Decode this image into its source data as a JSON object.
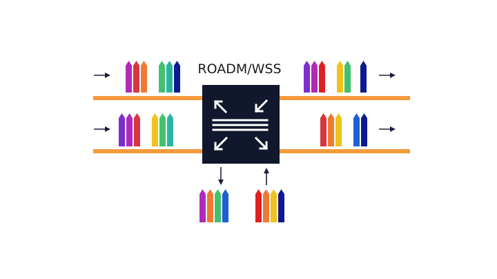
{
  "diagram": {
    "title": "ROADM/WSS",
    "colors": {
      "fiber": "#f59a3c",
      "switch_box": "#11182d",
      "switch_glyph": "#ffffff",
      "arrow": "#1b1f3b",
      "magenta": "#b02ab8",
      "purple": "#7b2fcf",
      "red": "#e02020",
      "crimson": "#d7353f",
      "orange": "#ee7a34",
      "green": "#41c16f",
      "teal": "#28b6a3",
      "yellow": "#f0c21a",
      "blue": "#1f5fd6",
      "navy": "#0f1a8f"
    },
    "channel_groups": [
      {
        "id": "in-top-a",
        "colors": [
          "magenta",
          "crimson",
          "orange"
        ]
      },
      {
        "id": "in-top-b",
        "colors": [
          "green",
          "teal",
          "navy"
        ]
      },
      {
        "id": "in-bottom-a",
        "colors": [
          "purple",
          "magenta",
          "crimson"
        ]
      },
      {
        "id": "in-bottom-b",
        "colors": [
          "yellow",
          "green",
          "teal"
        ]
      },
      {
        "id": "out-top-a",
        "colors": [
          "purple",
          "magenta",
          "red"
        ]
      },
      {
        "id": "out-top-b",
        "colors": [
          "yellow",
          "green"
        ]
      },
      {
        "id": "out-top-c",
        "colors": [
          "navy"
        ]
      },
      {
        "id": "out-bottom-a",
        "colors": [
          "crimson",
          "orange",
          "yellow"
        ]
      },
      {
        "id": "out-bottom-b",
        "colors": [
          "blue",
          "navy"
        ]
      },
      {
        "id": "drop",
        "colors": [
          "magenta",
          "orange",
          "green",
          "blue"
        ]
      },
      {
        "id": "add",
        "colors": [
          "red",
          "orange",
          "yellow",
          "navy"
        ]
      }
    ]
  }
}
